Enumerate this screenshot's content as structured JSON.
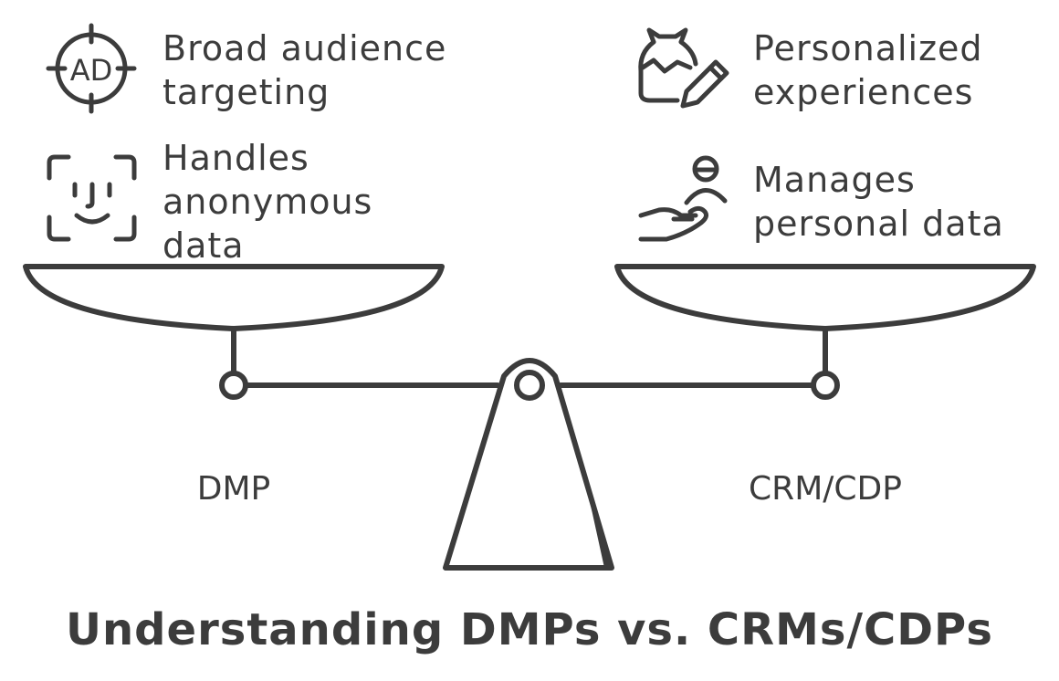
{
  "title": "Understanding DMPs vs. CRMs/CDPs",
  "left_side": {
    "label": "DMP",
    "items": [
      {
        "icon": "ad-target-icon",
        "lines": [
          "Broad audience",
          "targeting"
        ]
      },
      {
        "icon": "face-scan-icon",
        "lines": [
          "Handles",
          "anonymous",
          "data"
        ]
      }
    ]
  },
  "right_side": {
    "label": "CRM/CDP",
    "items": [
      {
        "icon": "jar-pencil-icon",
        "lines": [
          "Personalized",
          "experiences"
        ]
      },
      {
        "icon": "hand-person-icon",
        "lines": [
          "Manages",
          "personal data"
        ]
      }
    ]
  }
}
